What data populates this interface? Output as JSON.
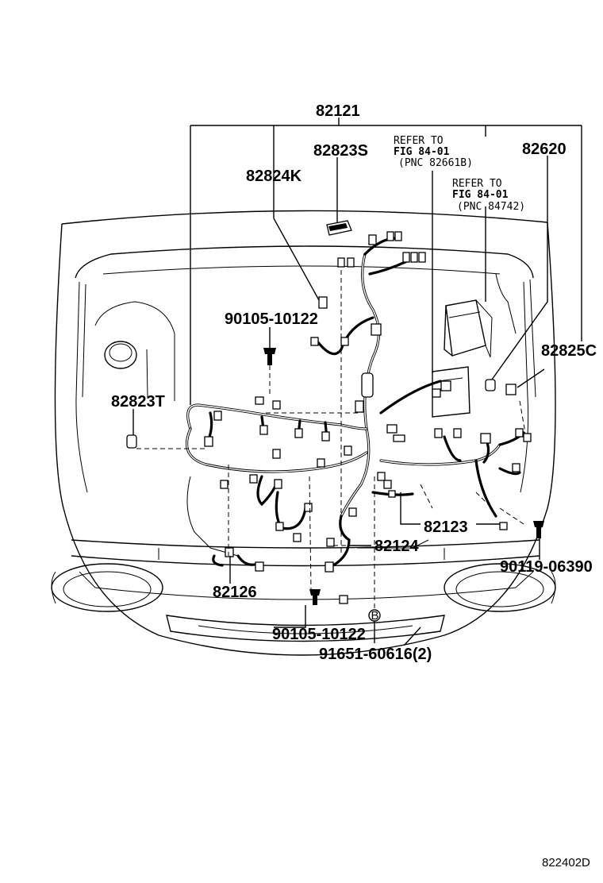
{
  "labels": {
    "p82121": "82121",
    "p82823S": "82823S",
    "p82824K": "82824K",
    "p82620": "82620",
    "p82825C": "82825C",
    "p82823T": "82823T",
    "bolt_top": "90105-10122",
    "bolt_bottom": "90105-10122",
    "p82123": "82123",
    "p82124": "82124",
    "p82126": "82126",
    "bolt_right": "90119-06390",
    "clamp": "91651-60616(2)"
  },
  "refer1": {
    "line1": "REFER TO",
    "line2": "FIG 84-01",
    "line3": "(PNC 82661B)"
  },
  "refer2": {
    "line1": "REFER TO",
    "line2": "FIG 84-01",
    "line3": "(PNC 84742)"
  },
  "callout_b": "B",
  "figure_code": "822402D"
}
